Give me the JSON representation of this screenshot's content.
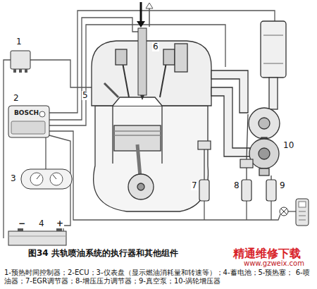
{
  "diagram": {
    "title": "图34 共轨喷油系统的执行器和其他组件",
    "caption": "1-预热时间控制器；2-ECU；3-仪表盘（显示燃油消耗量和转速等）；4-蓄电池；5-预热塞； 6-喷油器；7-EGR调节器；8-增压压力调节器；9-真空泵；10-涡轮增压器",
    "labels": [
      "1",
      "2",
      "3",
      "4",
      "5",
      "6",
      "7",
      "8",
      "9",
      "10",
      "BOSCH",
      "−",
      "+",
      "精通维修下载",
      "www.gzweix.com"
    ]
  }
}
